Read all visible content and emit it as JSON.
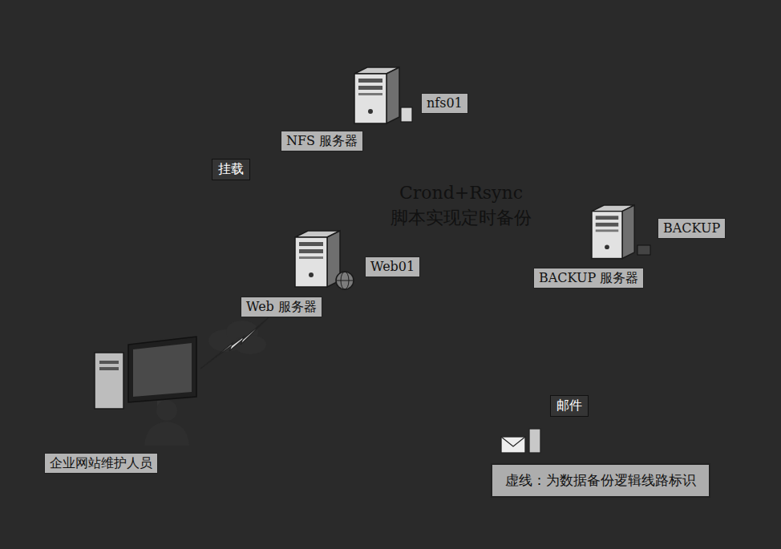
{
  "diagram": {
    "nodes": [
      {
        "text": [
          "NFS 服务器",
          "nfs01"
        ]
      },
      {
        "text": [
          "Web 服务器",
          "Web01"
        ]
      },
      {
        "text": [
          "BACKUP 服务器",
          "BACKUP"
        ]
      },
      {
        "text": [
          "企业网站维护人员"
        ]
      }
    ],
    "edges": [
      {
        "from": 0,
        "to": 1,
        "arrow": "to",
        "label": "挂载"
      },
      {
        "from": 0,
        "to": 2,
        "arrow": "to"
      },
      {
        "from": 0,
        "to": 2,
        "arrow": "to"
      },
      {
        "from": 1,
        "to": 2,
        "arrow": "to"
      },
      {
        "from": 1,
        "to": 2,
        "arrow": "to"
      },
      {
        "from": 2,
        "to": 3,
        "arrow": "to",
        "label": "邮件"
      }
    ],
    "labels": [
      "Crond+Rsync 脚本实现定时备份",
      "虚线：为数据备份逻辑线路标识"
    ]
  }
}
